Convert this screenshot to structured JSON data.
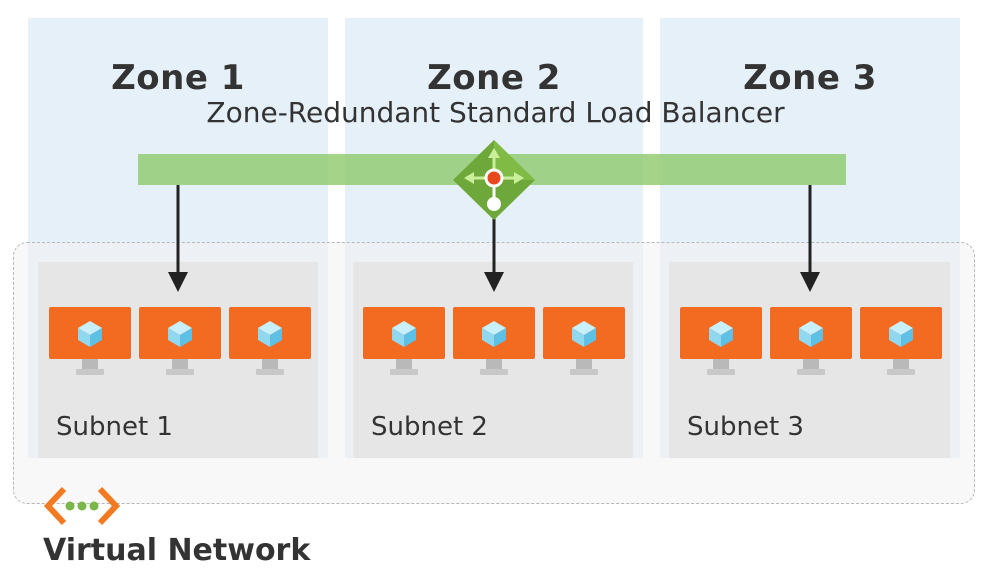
{
  "zones": [
    {
      "title": "Zone 1"
    },
    {
      "title": "Zone 2"
    },
    {
      "title": "Zone 3"
    }
  ],
  "load_balancer": {
    "title": "Zone-Redundant Standard Load Balancer",
    "icon": "load-balancer-icon",
    "bar_color": "#8fc96c",
    "diamond_color": "#6fa83a"
  },
  "subnets": [
    {
      "label": "Subnet 1",
      "vm_count": 3
    },
    {
      "label": "Subnet 2",
      "vm_count": 3
    },
    {
      "label": "Subnet 3",
      "vm_count": 3
    }
  ],
  "virtual_network": {
    "label": "Virtual Network",
    "icon": "virtual-network-icon"
  },
  "colors": {
    "zone_bg": "#e6f0f8",
    "subnet_bg": "#e6e6e6",
    "vm_orange": "#f26b21",
    "vm_cube": "#8fd8f0",
    "arrow": "#222222"
  }
}
